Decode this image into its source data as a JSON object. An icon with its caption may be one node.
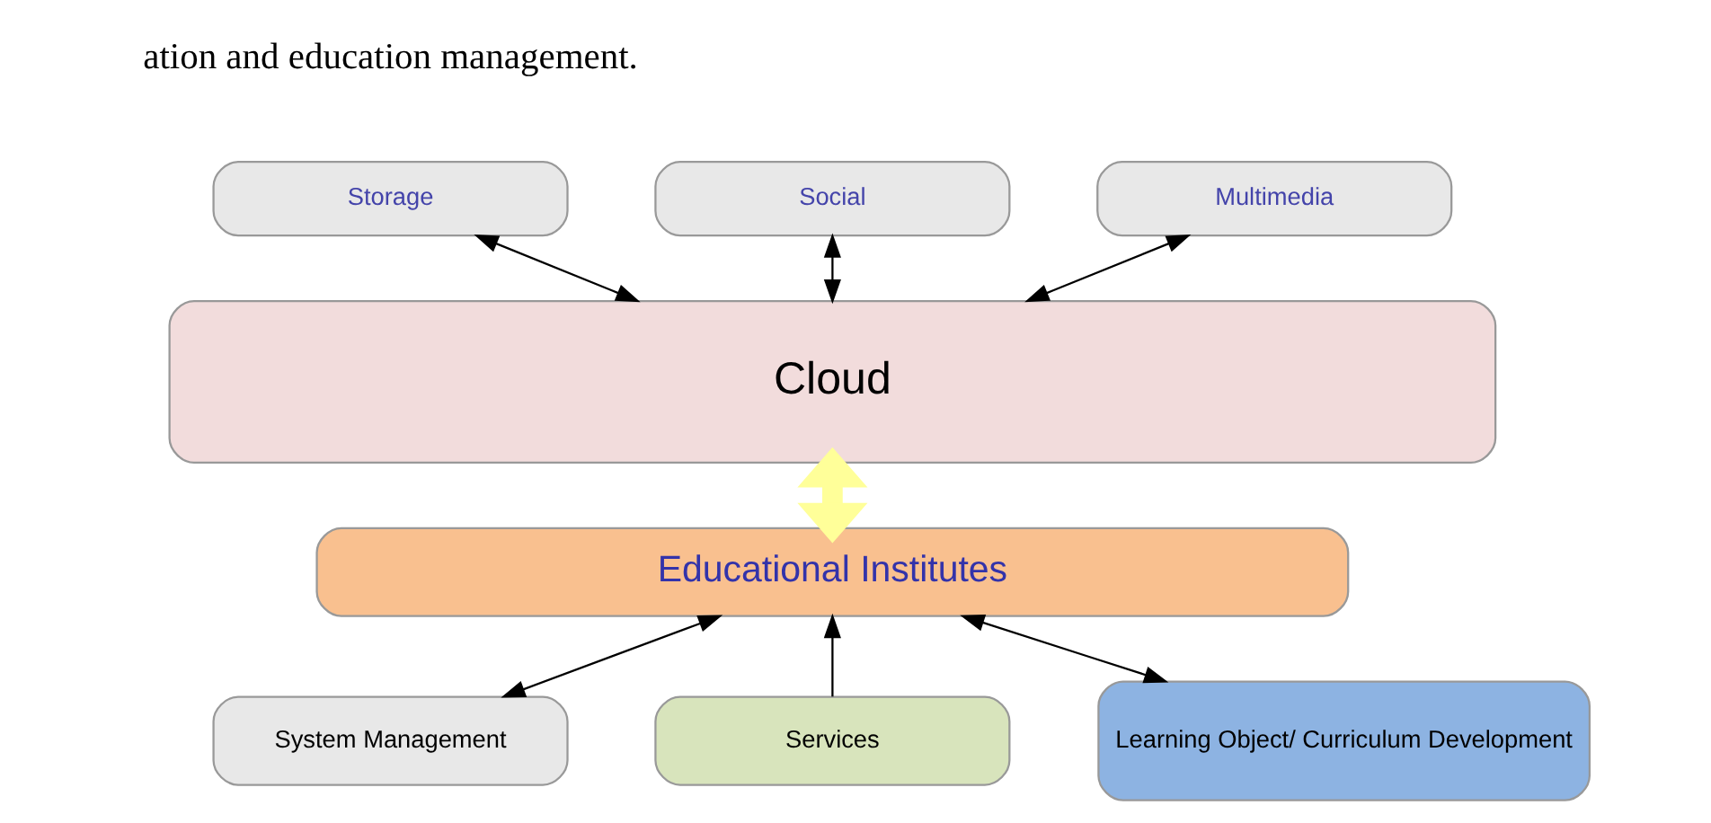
{
  "diagram": {
    "nodes": [
      {
        "text": [
          "Storage"
        ]
      },
      {
        "text": [
          "Social"
        ]
      },
      {
        "text": [
          "Multimedia"
        ]
      },
      {
        "text": [
          "Cloud"
        ]
      },
      {
        "text": [
          "Educational Institutes"
        ]
      },
      {
        "text": [
          "System Management"
        ]
      },
      {
        "text": [
          "Services"
        ]
      },
      {
        "text": [
          "Learning Object/ Curriculum Development"
        ]
      }
    ],
    "edges": [
      {
        "from": 0,
        "to": 3,
        "arrow": "both"
      },
      {
        "from": 1,
        "to": 3,
        "arrow": "both"
      },
      {
        "from": 2,
        "to": 3,
        "arrow": "both"
      },
      {
        "from": 3,
        "to": 4,
        "arrow": "both",
        "style": "thick",
        "color": "#ffff99"
      },
      {
        "from": 4,
        "to": 5,
        "arrow": "both"
      },
      {
        "from": 6,
        "to": 4,
        "arrow": "to"
      },
      {
        "from": 4,
        "to": 7,
        "arrow": "both"
      }
    ],
    "labels": [
      "ation and education management."
    ]
  }
}
